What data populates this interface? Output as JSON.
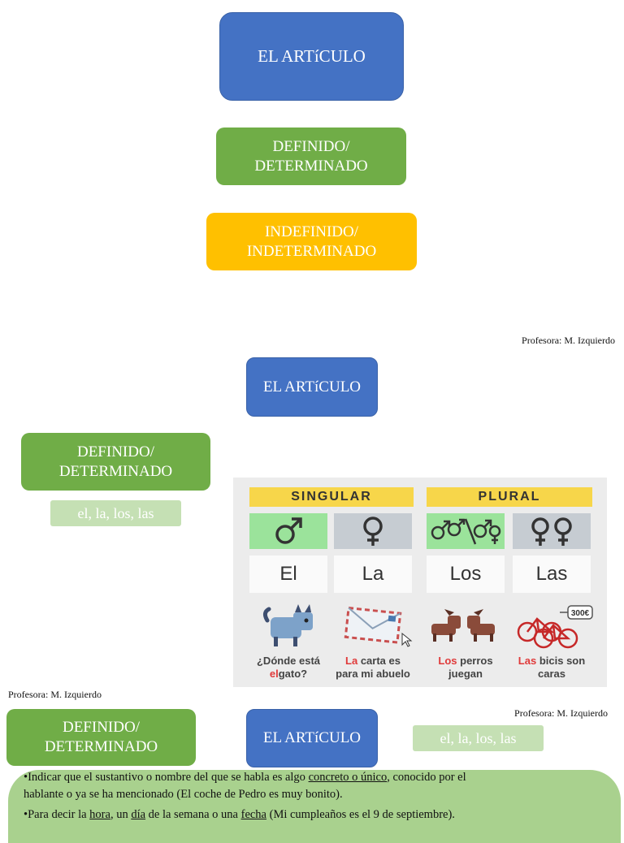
{
  "slide1": {
    "title": "EL ARTíCULO",
    "definido": [
      "DEFINIDO/",
      "DETERMINADO"
    ],
    "indefinido": [
      "INDEFINIDO/",
      "INDETERMINADO"
    ],
    "credit": "Profesora: M. Izquierdo"
  },
  "slide2": {
    "title": "EL ARTíCULO",
    "definido": [
      "DEFINIDO/",
      "DETERMINADO"
    ],
    "articles": "el, la, los, las",
    "credit": "Profesora: M. Izquierdo",
    "infographic": {
      "singular": "SINGULAR",
      "plural": "PLURAL",
      "articles": [
        "El",
        "La",
        "Los",
        "Las"
      ],
      "price": "300€",
      "captions": [
        {
          "pre": "¿Dónde está",
          "red": "el",
          "post": "gato?"
        },
        {
          "red": "La",
          "post": "carta es",
          "line2": "para mi abuelo"
        },
        {
          "red": "Los",
          "post": "perros",
          "line2": "juegan"
        },
        {
          "red": "Las",
          "post": "bicis son",
          "line2": "caras"
        }
      ]
    }
  },
  "slide3": {
    "definido": [
      "DEFINIDO/",
      "DETERMINADO"
    ],
    "title": "EL ARTíCULO",
    "articles": "el, la, los, las",
    "credit": "Profesora: M. Izquierdo",
    "bullet1": {
      "a": "•Indicar que el sustantivo o nombre del que se habla es algo ",
      "u": "concreto o único",
      "b": ", conocido por el",
      "c": "hablante o ya se ha mencionado (El coche de Pedro es muy bonito)."
    },
    "bullet2": {
      "a": "•Para decir la ",
      "u1": "hora",
      "b": ", un ",
      "u2": "día",
      "c": " de la semana o una ",
      "u3": "fecha",
      "d": " (Mi cumpleaños es el 9 de septiembre)."
    }
  },
  "colors": {
    "blue": "#4472c4",
    "green": "#70ad47",
    "amber": "#ffc000",
    "pale_green": "#c5e0b4",
    "panel_green": "#a9d18e",
    "caption_red": "#e03a3a"
  }
}
